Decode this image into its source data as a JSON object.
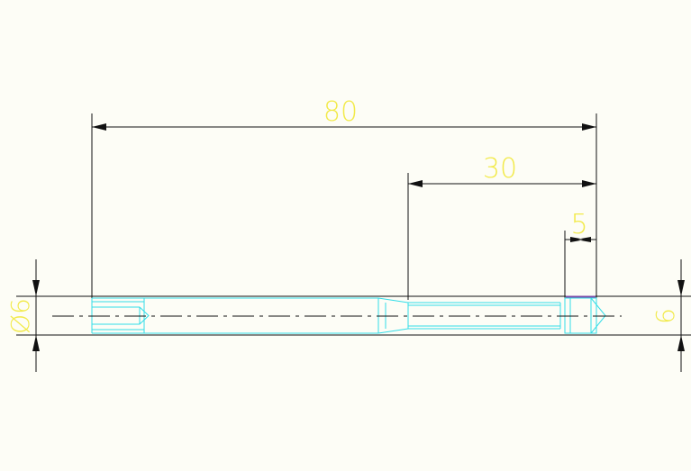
{
  "drawing": {
    "dimensions": {
      "overall_length": "80",
      "right_section_length": "30",
      "collar_length": "5",
      "left_diameter": "Ø6",
      "right_height": "6"
    },
    "colors": {
      "background": "#fdfdf6",
      "dimension_line": "#111111",
      "dimension_text": "#f2ea4a",
      "part_outline": "#33dde8",
      "highlight": "#7a4aa8"
    }
  }
}
